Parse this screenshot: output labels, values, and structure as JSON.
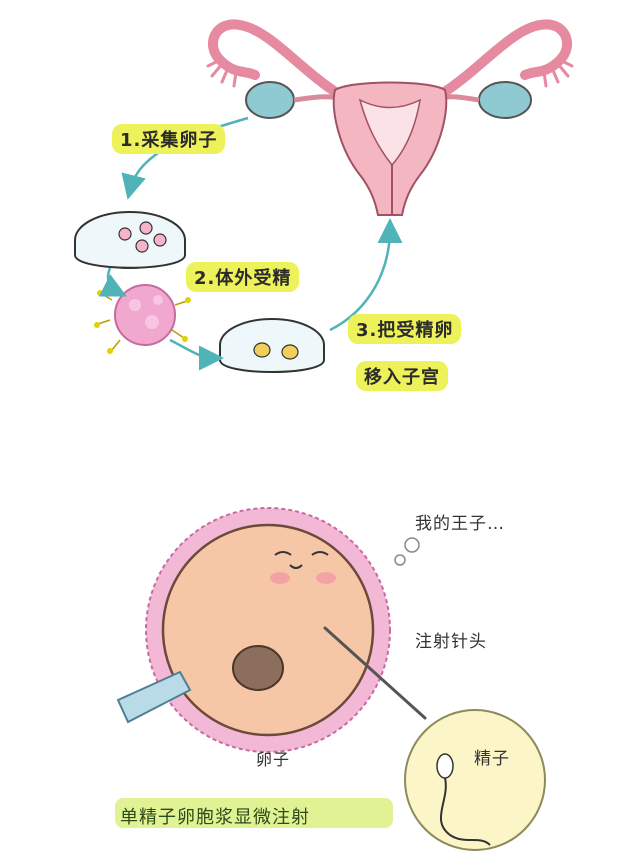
{
  "steps": {
    "step1": "1.采集卵子",
    "step2": "2.体外受精",
    "step3_line1": "3.把受精卵",
    "step3_line2": "移入子宫"
  },
  "icsi": {
    "thought": "我的王子…",
    "needle": "注射针头",
    "egg": "卵子",
    "sperm": "精子",
    "caption": "单精子卵胞浆显微注射"
  },
  "colors": {
    "highlight": "#eef25a",
    "arrow": "#4fb3b8",
    "uterus": "#f4b6c0",
    "ovary": "#8fcad3",
    "egg_fill": "#f6c7a6",
    "corona": "#f2b8d6",
    "caption_bg": "#d9ef7a"
  }
}
